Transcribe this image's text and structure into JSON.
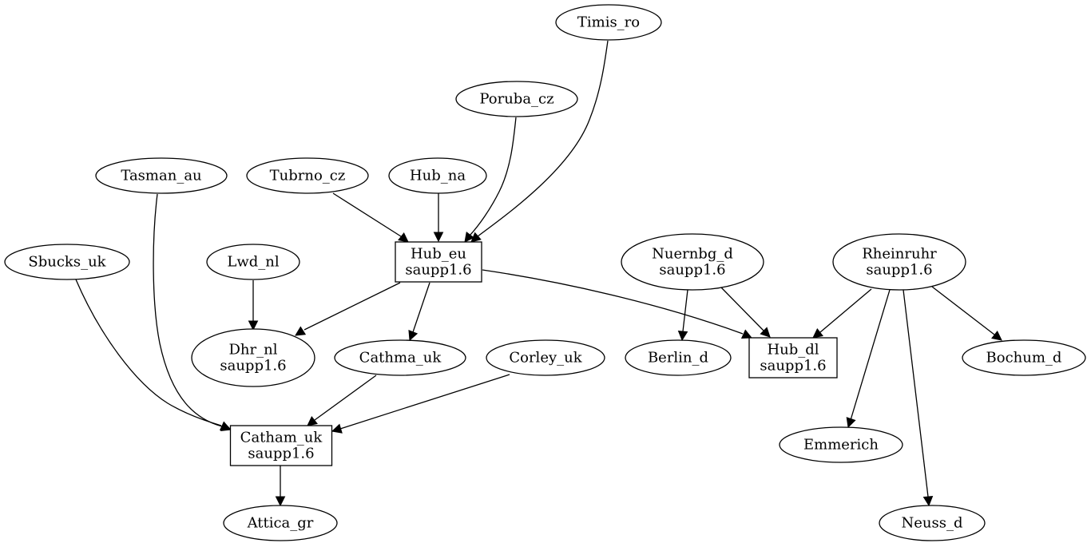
{
  "graph": {
    "nodes": [
      {
        "id": "timis_ro",
        "shape": "ellipse",
        "lines": [
          "Timis_ro"
        ]
      },
      {
        "id": "poruba_cz",
        "shape": "ellipse",
        "lines": [
          "Poruba_cz"
        ]
      },
      {
        "id": "tasman_au",
        "shape": "ellipse",
        "lines": [
          "Tasman_au"
        ]
      },
      {
        "id": "tubrno_cz",
        "shape": "ellipse",
        "lines": [
          "Tubrno_cz"
        ]
      },
      {
        "id": "hub_na",
        "shape": "ellipse",
        "lines": [
          "Hub_na"
        ]
      },
      {
        "id": "sbucks_uk",
        "shape": "ellipse",
        "lines": [
          "Sbucks_uk"
        ]
      },
      {
        "id": "lwd_nl",
        "shape": "ellipse",
        "lines": [
          "Lwd_nl"
        ]
      },
      {
        "id": "hub_eu",
        "shape": "box",
        "lines": [
          "Hub_eu",
          "saupp1.6"
        ]
      },
      {
        "id": "nuernbg_d",
        "shape": "ellipse",
        "lines": [
          "Nuernbg_d",
          "saupp1.6"
        ]
      },
      {
        "id": "rheinruhr",
        "shape": "ellipse",
        "lines": [
          "Rheinruhr",
          "saupp1.6"
        ]
      },
      {
        "id": "dhr_nl",
        "shape": "ellipse",
        "lines": [
          "Dhr_nl",
          "saupp1.6"
        ]
      },
      {
        "id": "cathma_uk",
        "shape": "ellipse",
        "lines": [
          "Cathma_uk"
        ]
      },
      {
        "id": "corley_uk",
        "shape": "ellipse",
        "lines": [
          "Corley_uk"
        ]
      },
      {
        "id": "berlin_d",
        "shape": "ellipse",
        "lines": [
          "Berlin_d"
        ]
      },
      {
        "id": "hub_dl",
        "shape": "box",
        "lines": [
          "Hub_dl",
          "saupp1.6"
        ]
      },
      {
        "id": "bochum_d",
        "shape": "ellipse",
        "lines": [
          "Bochum_d"
        ]
      },
      {
        "id": "catham_uk",
        "shape": "box",
        "lines": [
          "Catham_uk",
          "saupp1.6"
        ]
      },
      {
        "id": "emmerich",
        "shape": "ellipse",
        "lines": [
          "Emmerich"
        ]
      },
      {
        "id": "attica_gr",
        "shape": "ellipse",
        "lines": [
          "Attica_gr"
        ]
      },
      {
        "id": "neuss_d",
        "shape": "ellipse",
        "lines": [
          "Neuss_d"
        ]
      }
    ],
    "edges": [
      {
        "from": "timis_ro",
        "to": "hub_eu"
      },
      {
        "from": "poruba_cz",
        "to": "hub_eu"
      },
      {
        "from": "tubrno_cz",
        "to": "hub_eu"
      },
      {
        "from": "hub_na",
        "to": "hub_eu"
      },
      {
        "from": "tasman_au",
        "to": "catham_uk"
      },
      {
        "from": "sbucks_uk",
        "to": "catham_uk"
      },
      {
        "from": "lwd_nl",
        "to": "dhr_nl"
      },
      {
        "from": "hub_eu",
        "to": "dhr_nl"
      },
      {
        "from": "hub_eu",
        "to": "cathma_uk"
      },
      {
        "from": "hub_eu",
        "to": "hub_dl"
      },
      {
        "from": "nuernbg_d",
        "to": "berlin_d"
      },
      {
        "from": "nuernbg_d",
        "to": "hub_dl"
      },
      {
        "from": "rheinruhr",
        "to": "hub_dl"
      },
      {
        "from": "rheinruhr",
        "to": "bochum_d"
      },
      {
        "from": "rheinruhr",
        "to": "emmerich"
      },
      {
        "from": "rheinruhr",
        "to": "neuss_d"
      },
      {
        "from": "cathma_uk",
        "to": "catham_uk"
      },
      {
        "from": "corley_uk",
        "to": "catham_uk"
      },
      {
        "from": "catham_uk",
        "to": "attica_gr"
      }
    ]
  }
}
